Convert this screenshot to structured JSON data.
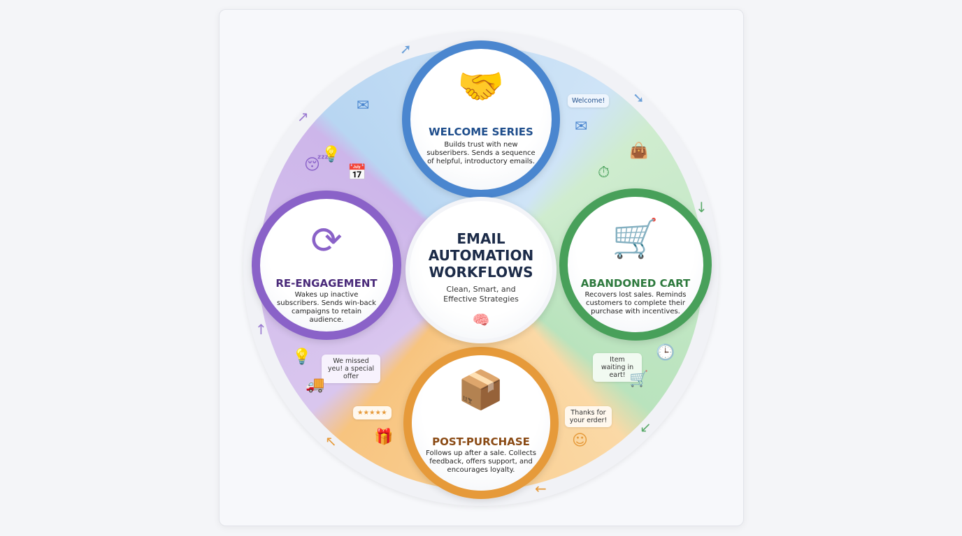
{
  "center": {
    "title_lines": [
      "EMAIL",
      "AUTOMATION",
      "WORKFLOWS"
    ],
    "subtitle_lines": [
      "Clean, Smart, and",
      "Effective Strategies"
    ],
    "icon": "brain-icon"
  },
  "stages": {
    "welcome": {
      "title": "WELCOME SERIES",
      "desc": "Builds trust with new subseribers. Sends a sequence of helpful, introductory emails.",
      "icon": "handshake-icon",
      "color": "#1f4e8c",
      "ring": "#4a86cf"
    },
    "abandoned": {
      "title": "ABANDONED CART",
      "desc": "Recovers lost sales. Reminds customers to complete their purchase with incentives.",
      "icon": "shopping-cart-icon",
      "color": "#2e7a3e",
      "ring": "#48a05a"
    },
    "post": {
      "title": "POST-PURCHASE",
      "desc": "Follows up after a sale. Collects feedback, offers support, and encourages loyalty.",
      "icon": "package-delivery-icon",
      "color": "#8a4a14",
      "ring": "#e69a3a"
    },
    "reengage": {
      "title": "RE-ENGAGEMENT",
      "desc": "Wakes up inactive subscribers. Sends win-back campaigns to retain audience.",
      "icon": "refresh-clock-icon",
      "color": "#4a2a7a",
      "ring": "#8a62c8"
    }
  },
  "bubbles": {
    "welcome": "Welcome!",
    "cart": "Item waiting in eart!",
    "thanks": "Thanks for your erder!",
    "missed": "We missed yeu! a special offer",
    "stars": "★★★★★"
  }
}
